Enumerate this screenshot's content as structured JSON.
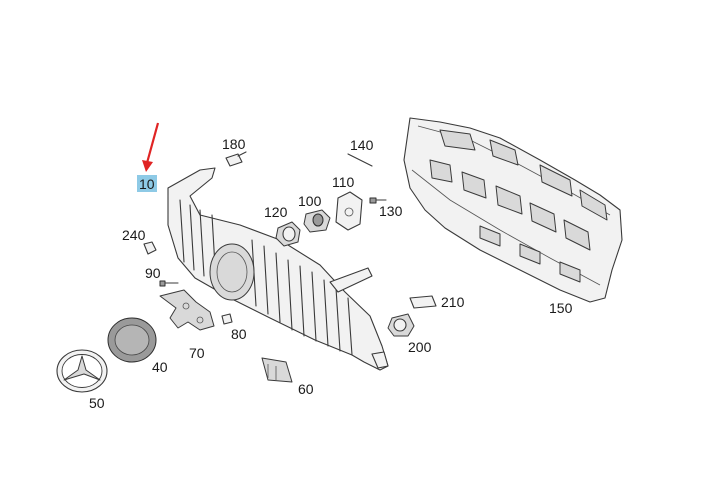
{
  "diagram": {
    "highlight_color": "#8ecae6",
    "arrow_color": "#e02424",
    "callouts": [
      {
        "id": "10",
        "text": "10",
        "highlighted": true
      },
      {
        "id": "180",
        "text": "180"
      },
      {
        "id": "140",
        "text": "140"
      },
      {
        "id": "110",
        "text": "110"
      },
      {
        "id": "100",
        "text": "100"
      },
      {
        "id": "120",
        "text": "120"
      },
      {
        "id": "130",
        "text": "130"
      },
      {
        "id": "240",
        "text": "240"
      },
      {
        "id": "90",
        "text": "90"
      },
      {
        "id": "80",
        "text": "80"
      },
      {
        "id": "70",
        "text": "70"
      },
      {
        "id": "40",
        "text": "40"
      },
      {
        "id": "50",
        "text": "50"
      },
      {
        "id": "60",
        "text": "60"
      },
      {
        "id": "210",
        "text": "210"
      },
      {
        "id": "200",
        "text": "200"
      },
      {
        "id": "150",
        "text": "150"
      }
    ]
  }
}
